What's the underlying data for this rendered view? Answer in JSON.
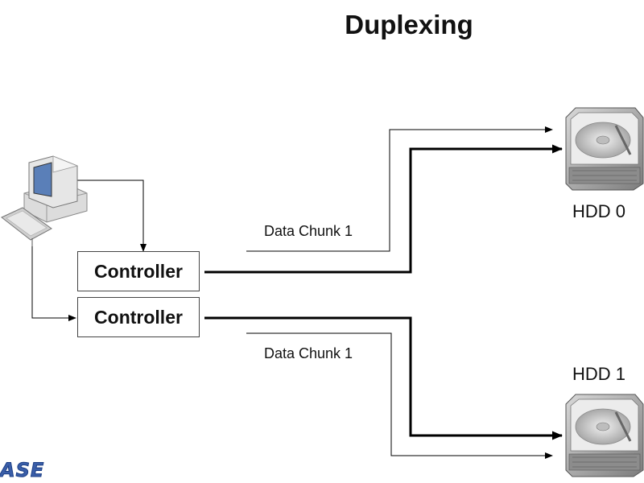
{
  "title": "Duplexing",
  "controllers": [
    {
      "label": "Controller"
    },
    {
      "label": "Controller"
    }
  ],
  "chunks": [
    {
      "label": "Data Chunk 1"
    },
    {
      "label": "Data Chunk 1"
    }
  ],
  "drives": [
    {
      "label": "HDD 0"
    },
    {
      "label": "HDD 1"
    }
  ],
  "logo": "ASE",
  "colors": {
    "line": "#000000",
    "drive_body": "#9a9a9a",
    "logo": "#3a5ea8"
  },
  "icons": [
    "computer-icon",
    "hard-drive-icon"
  ]
}
